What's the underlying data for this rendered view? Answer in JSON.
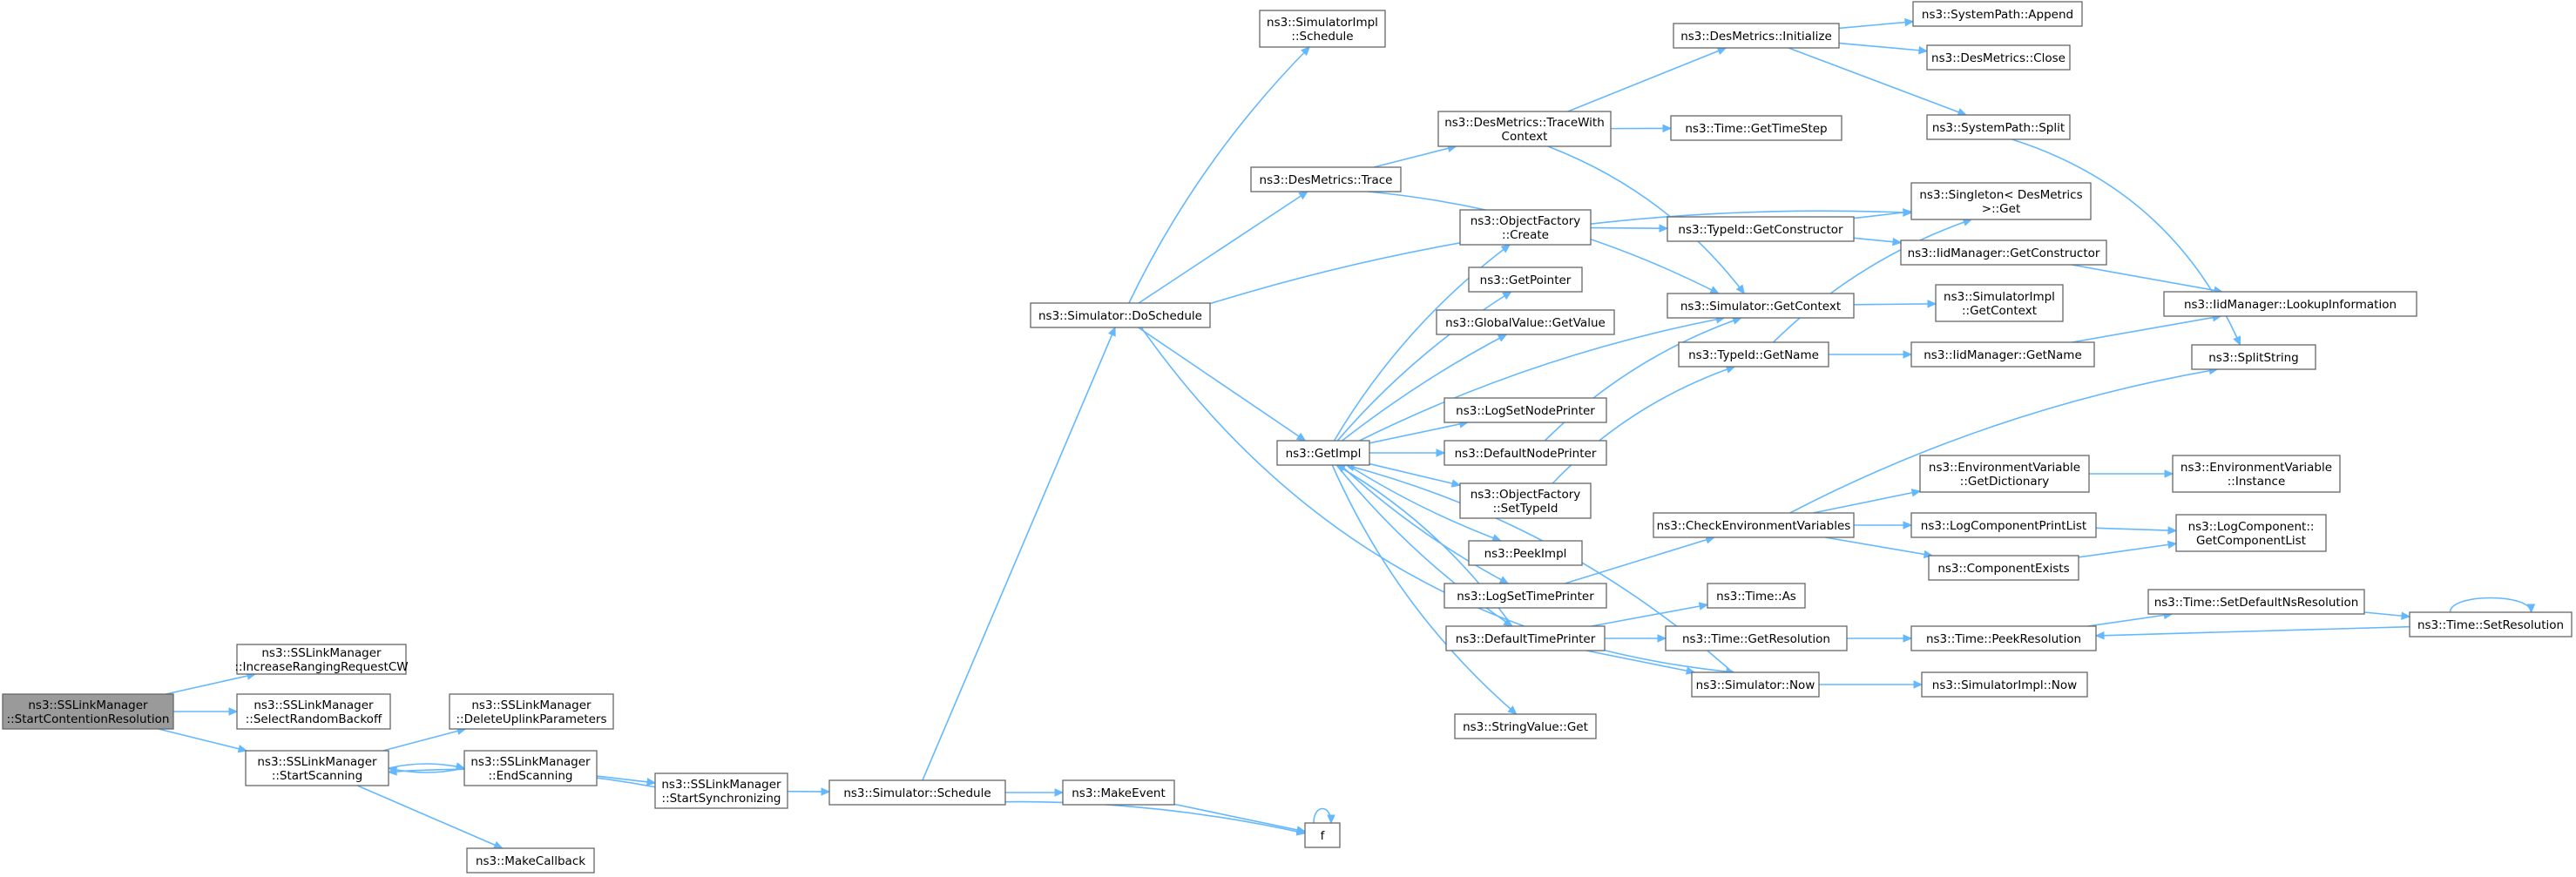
{
  "graph": {
    "colors": {
      "edge": "#63b8ff",
      "node_border": "#666666",
      "root_fill": "#9a9a9a",
      "node_fill": "#ffffff"
    },
    "nodes": {
      "n_root": [
        "ns3::SSLinkManager",
        "::StartContentionResolution"
      ],
      "n_incr": [
        "ns3::SSLinkManager",
        "::IncreaseRangingRequestCW"
      ],
      "n_selr": [
        "ns3::SSLinkManager",
        "::SelectRandomBackoff"
      ],
      "n_start": [
        "ns3::SSLinkManager",
        "::StartScanning"
      ],
      "n_delup": [
        "ns3::SSLinkManager",
        "::DeleteUplinkParameters"
      ],
      "n_endsc": [
        "ns3::SSLinkManager",
        "::EndScanning"
      ],
      "n_mkcb": [
        "ns3::MakeCallback"
      ],
      "n_ssync": [
        "ns3::SSLinkManager",
        "::StartSynchronizing"
      ],
      "n_ssched": [
        "ns3::Simulator::Schedule"
      ],
      "n_mkev": [
        "ns3::MakeEvent"
      ],
      "n_f": [
        "f"
      ],
      "n_dosch": [
        "ns3::Simulator::DoSchedule"
      ],
      "n_simsch": [
        "ns3::SimulatorImpl",
        "::Schedule"
      ],
      "n_dmtr": [
        "ns3::DesMetrics::Trace"
      ],
      "n_getimpl": [
        "ns3::GetImpl"
      ],
      "n_dmtwc": [
        "ns3::DesMetrics::TraceWith",
        "Context"
      ],
      "n_dminit": [
        "ns3::DesMetrics::Initialize"
      ],
      "n_ofcr": [
        "ns3::ObjectFactory",
        "::Create"
      ],
      "n_gp": [
        "ns3::GetPointer"
      ],
      "n_gvgv": [
        "ns3::GlobalValue::GetValue"
      ],
      "n_lsnp": [
        "ns3::LogSetNodePrinter"
      ],
      "n_dnp": [
        "ns3::DefaultNodePrinter"
      ],
      "n_ofst": [
        "ns3::ObjectFactory",
        "::SetTypeId"
      ],
      "n_pi": [
        "ns3::PeekImpl"
      ],
      "n_lstp": [
        "ns3::LogSetTimePrinter"
      ],
      "n_dtp": [
        "ns3::DefaultTimePrinter"
      ],
      "n_svg": [
        "ns3::StringValue::Get"
      ],
      "n_spa": [
        "ns3::SystemPath::Append"
      ],
      "n_dmcl": [
        "ns3::DesMetrics::Close"
      ],
      "n_sps": [
        "ns3::SystemPath::Split"
      ],
      "n_tgts": [
        "ns3::Time::GetTimeStep"
      ],
      "n_sing": [
        "ns3::Singleton< DesMetrics",
        " >::Get"
      ],
      "n_tgc": [
        "ns3::TypeId::GetConstructor"
      ],
      "n_imgc": [
        "ns3::IidManager::GetConstructor"
      ],
      "n_sgc": [
        "ns3::Simulator::GetContext"
      ],
      "n_sigc": [
        "ns3::SimulatorImpl",
        "::GetContext"
      ],
      "n_imli": [
        "ns3::IidManager::LookupInformation"
      ],
      "n_tgn": [
        "ns3::TypeId::GetName"
      ],
      "n_imgn": [
        "ns3::IidManager::GetName"
      ],
      "n_ss": [
        "ns3::SplitString"
      ],
      "n_cev": [
        "ns3::CheckEnvironmentVariables"
      ],
      "n_evgd": [
        "ns3::EnvironmentVariable",
        "::GetDictionary"
      ],
      "n_evi": [
        "ns3::EnvironmentVariable",
        "::Instance"
      ],
      "n_lcpl": [
        "ns3::LogComponentPrintList"
      ],
      "n_lcgcl": [
        "ns3::LogComponent::",
        "GetComponentList"
      ],
      "n_ce": [
        "ns3::ComponentExists"
      ],
      "n_tas": [
        "ns3::Time::As"
      ],
      "n_tgr": [
        "ns3::Time::GetResolution"
      ],
      "n_tpr": [
        "ns3::Time::PeekResolution"
      ],
      "n_tsdr": [
        "ns3::Time::SetDefaultNsResolution"
      ],
      "n_tsr": [
        "ns3::Time::SetResolution"
      ],
      "n_snow": [
        "ns3::Simulator::Now"
      ],
      "n_sinow": [
        "ns3::SimulatorImpl::Now"
      ]
    }
  }
}
